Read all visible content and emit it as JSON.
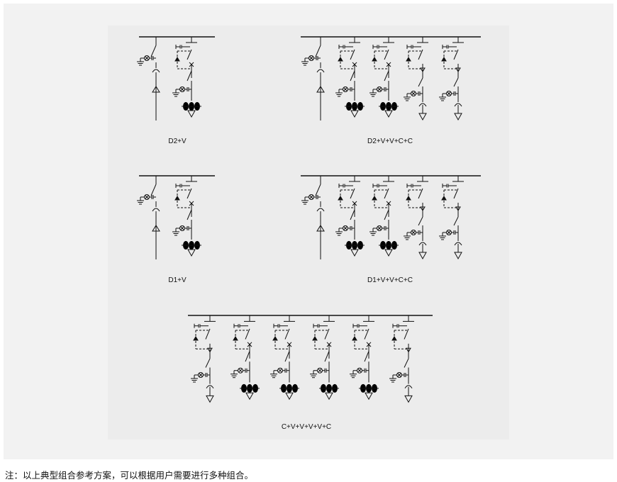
{
  "schemes": [
    {
      "label": "D2+V"
    },
    {
      "label": "D2+V+V+C+C"
    },
    {
      "label": "D1+V"
    },
    {
      "label": "D1+V+V+C+C"
    },
    {
      "label": "C+V+V+V+V+C"
    }
  ],
  "footnote": "注：以上典型组合参考方案，可以根据用户需要进行多种组合。"
}
